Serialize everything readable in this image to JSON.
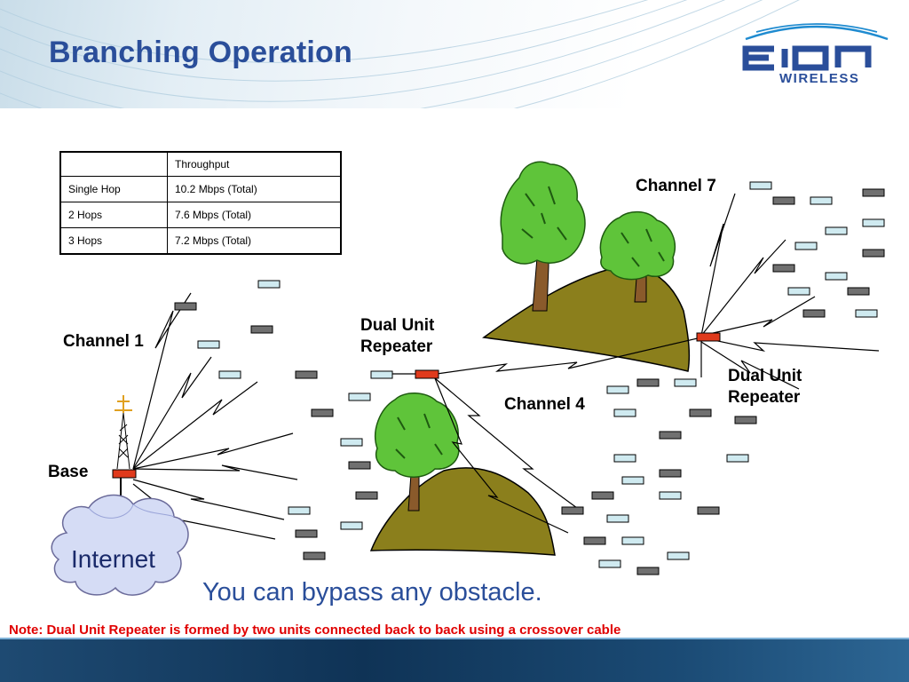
{
  "slide": {
    "title": "Branching Operation",
    "logo": {
      "brand": "EION",
      "tagline": "WIRELESS"
    },
    "table": {
      "headers": [
        "",
        "Throughput"
      ],
      "rows": [
        [
          "Single Hop",
          "10.2 Mbps (Total)"
        ],
        [
          "2 Hops",
          "7.6 Mbps (Total)"
        ],
        [
          "3 Hops",
          "7.2 Mbps (Total)"
        ]
      ]
    },
    "labels": {
      "channel1": "Channel 1",
      "channel4": "Channel 4",
      "channel7": "Channel 7",
      "base": "Base",
      "repeater1_line1": "Dual Unit",
      "repeater1_line2": "Repeater",
      "repeater2_line1": "Dual Unit",
      "repeater2_line2": "Repeater",
      "internet": "Internet"
    },
    "caption": "You can bypass any obstacle.",
    "note": "Note: Dual Unit Repeater is formed by two units connected back to back using a crossover cable",
    "colors": {
      "title": "#2a4e9a",
      "note": "#e00000",
      "hill": "#8b7f1c",
      "tree_foliage": "#5fc43a",
      "unit_gray": "#707070",
      "unit_light": "#cfeaf0",
      "radio_red": "#e03a1c"
    }
  }
}
